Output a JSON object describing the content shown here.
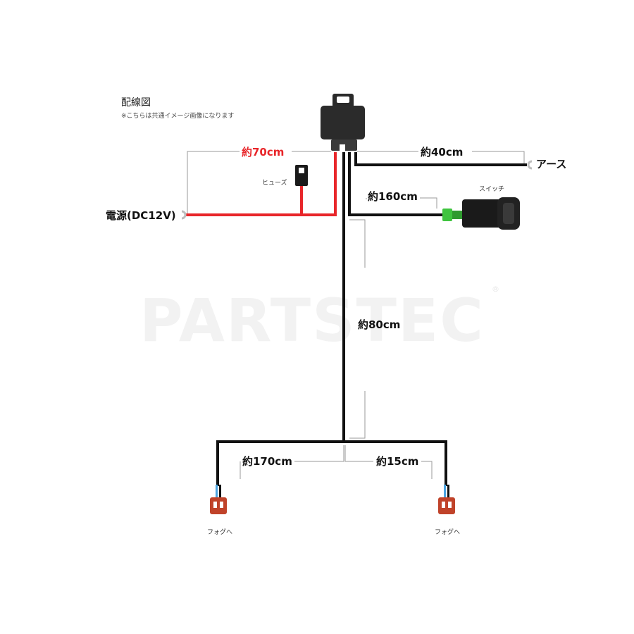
{
  "title": "配線図",
  "note": "※こちらは共通イメージ画像になります",
  "watermark": "PARTSTEC",
  "watermark_mark": "®",
  "labels": {
    "len_70": "約70cm",
    "len_40": "約40cm",
    "len_160": "約160cm",
    "len_80": "約80cm",
    "len_170": "約170cm",
    "len_15": "約15cm",
    "ground": "アース",
    "power": "電源(DC12V)",
    "fuse": "ヒューズ",
    "switch": "スイッチ",
    "fog_left": "フォグへ",
    "fog_right": "フォグへ"
  },
  "colors": {
    "power_wire": "#e8262a",
    "main_wire": "#111111",
    "switch_led": "#3ec43e",
    "fog_connector": "#c0432a",
    "fog_wire": "#4aa3e0",
    "terminal": "#bdbdbd",
    "dim_line": "#9a9a9a"
  }
}
